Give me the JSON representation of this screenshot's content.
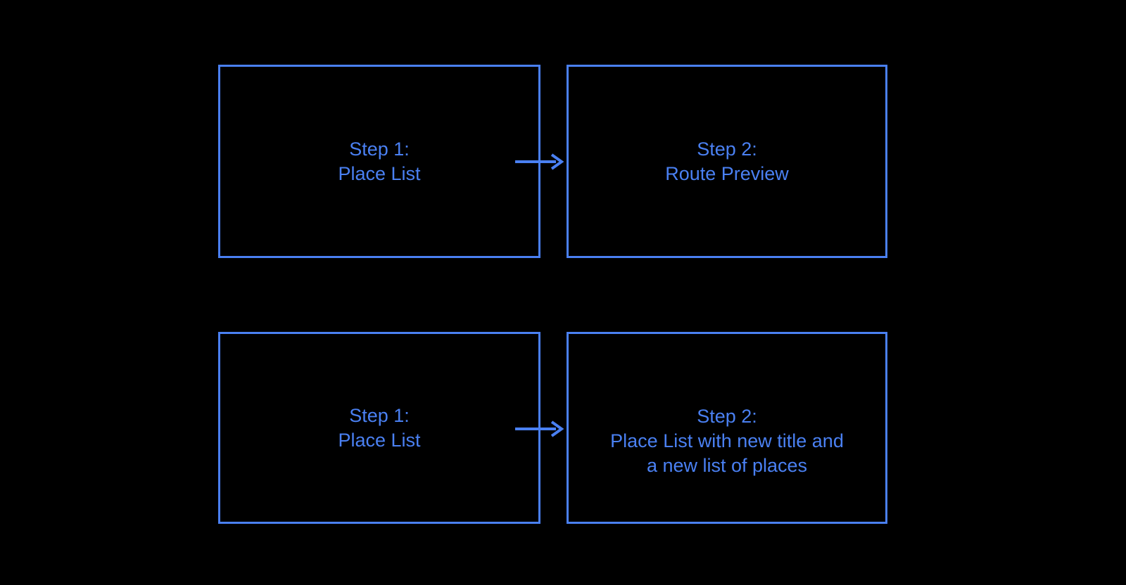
{
  "diagram": {
    "background_color": "#000000",
    "accent_color": "#4a80f2",
    "rows": [
      {
        "left_box": {
          "lines": [
            "Step 1:",
            "Place List"
          ]
        },
        "arrow_icon": "right-arrow",
        "right_box": {
          "lines": [
            "Step 2:",
            "Route Preview"
          ]
        }
      },
      {
        "left_box": {
          "lines": [
            "Step 1:",
            "Place List"
          ]
        },
        "arrow_icon": "right-arrow",
        "right_box": {
          "lines": [
            "Step 2:",
            "Place List with new title and",
            "a new list of places"
          ]
        }
      }
    ]
  }
}
